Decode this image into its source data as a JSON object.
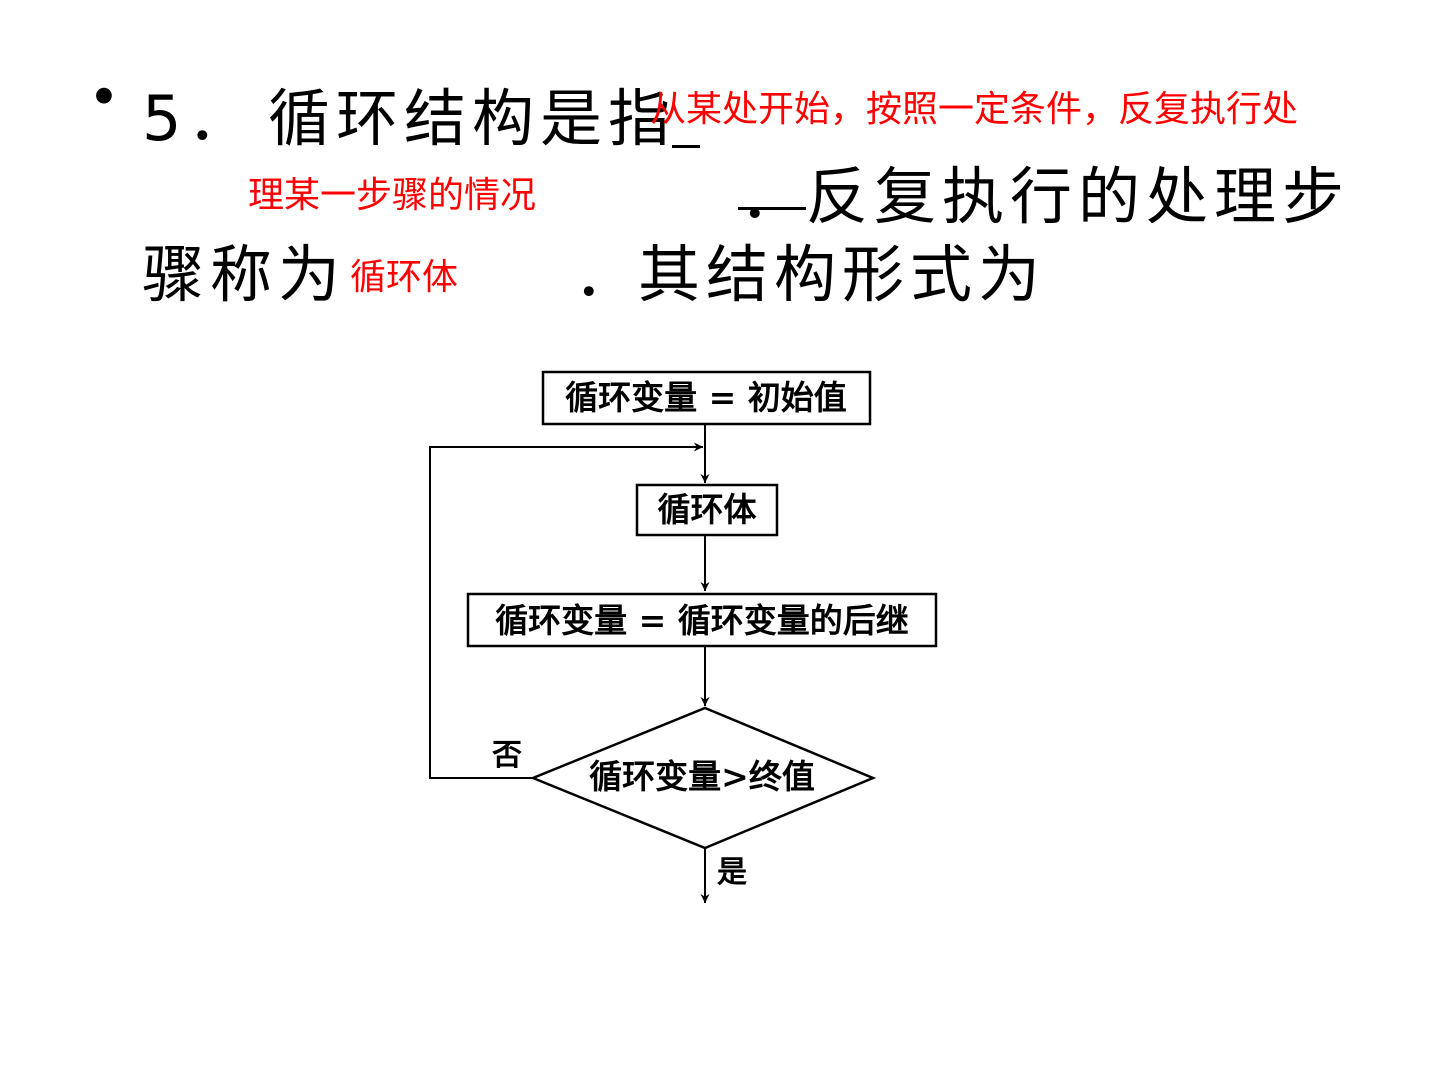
{
  "question": {
    "bullet": "•",
    "number": "5．",
    "stem_part1": "循环结构是指",
    "answer1_line1": "从某处开始，按照一定条件，反复执行处",
    "answer1_line2": "理某一步骤的情况",
    "dot1": "．",
    "stem_part2": "反复执行的处理步",
    "stem_part3": "骤称为",
    "answer2": "循环体",
    "dot2": "．",
    "stem_part4": "其结构形式为"
  },
  "flowchart": {
    "init_box": "循环变量 = 初始值",
    "body_box": "循环体",
    "update_box": "循环变量 = 循环变量的后继",
    "condition": "循环变量>终值",
    "no_label": "否",
    "yes_label": "是"
  },
  "colors": {
    "answer": "#ff0000",
    "text": "#000000"
  }
}
